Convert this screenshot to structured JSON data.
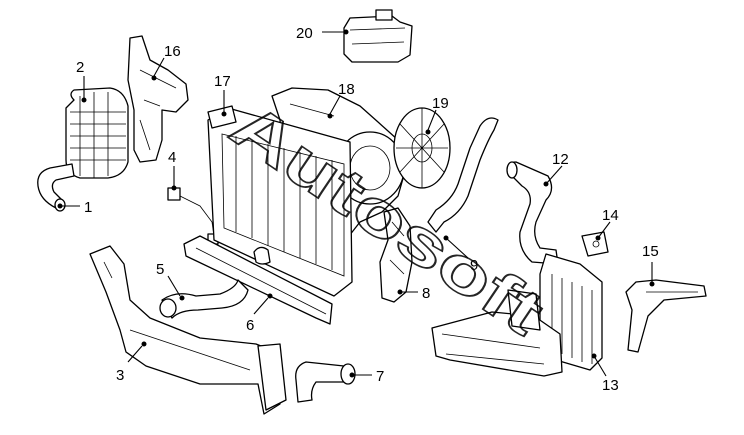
{
  "diagram": {
    "watermark": "Autosoft",
    "callouts": [
      {
        "id": "c1",
        "label": "1"
      },
      {
        "id": "c2",
        "label": "2"
      },
      {
        "id": "c3",
        "label": "3"
      },
      {
        "id": "c4",
        "label": "4"
      },
      {
        "id": "c5",
        "label": "5"
      },
      {
        "id": "c6",
        "label": "6"
      },
      {
        "id": "c7",
        "label": "7"
      },
      {
        "id": "c8",
        "label": "8"
      },
      {
        "id": "c9",
        "label": "9"
      },
      {
        "id": "c12",
        "label": "12"
      },
      {
        "id": "c13",
        "label": "13"
      },
      {
        "id": "c14",
        "label": "14"
      },
      {
        "id": "c15",
        "label": "15"
      },
      {
        "id": "c16",
        "label": "16"
      },
      {
        "id": "c17",
        "label": "17"
      },
      {
        "id": "c18",
        "label": "18"
      },
      {
        "id": "c19",
        "label": "19"
      },
      {
        "id": "c20",
        "label": "20"
      }
    ]
  }
}
